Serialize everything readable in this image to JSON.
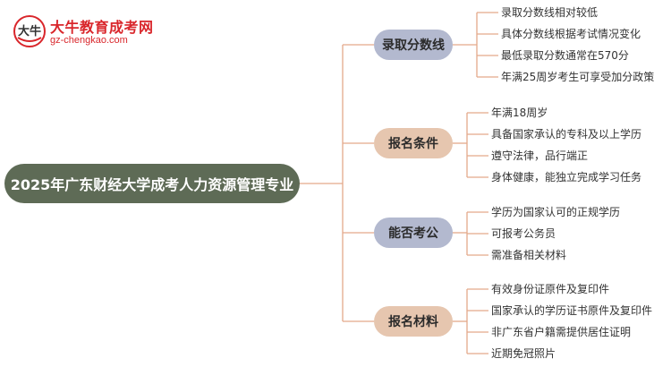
{
  "logo": {
    "badge_text": "大牛",
    "title": "大牛教育成考网",
    "url": "gz-chengkao.com"
  },
  "root": {
    "label": "2025年广东财经大学成考人力资源管理专业"
  },
  "branches": [
    {
      "label": "录取分数线",
      "items": [
        "录取分数线相对较低",
        "具体分数线根据考试情况变化",
        "最低录取分数通常在570分",
        "年满25周岁考生可享受加分政策"
      ]
    },
    {
      "label": "报名条件",
      "items": [
        "年满18周岁",
        "具备国家承认的专科及以上学历",
        "遵守法律，品行端正",
        "身体健康，能独立完成学习任务"
      ]
    },
    {
      "label": "能否考公",
      "items": [
        "学历为国家认可的正规学历",
        "可报考公务员",
        "需准备相关材料"
      ]
    },
    {
      "label": "报名材料",
      "items": [
        "有效身份证原件及复印件",
        "国家承认的学历证书原件及复印件",
        "非广东省户籍需提供居住证明",
        "近期免冠照片"
      ]
    }
  ],
  "colors": {
    "root_bg": "#5e6b56",
    "branch_blue": "#b3b9cf",
    "branch_tan": "#e6c6af",
    "connector": "#e3a98a",
    "logo_red": "#d9262b"
  }
}
